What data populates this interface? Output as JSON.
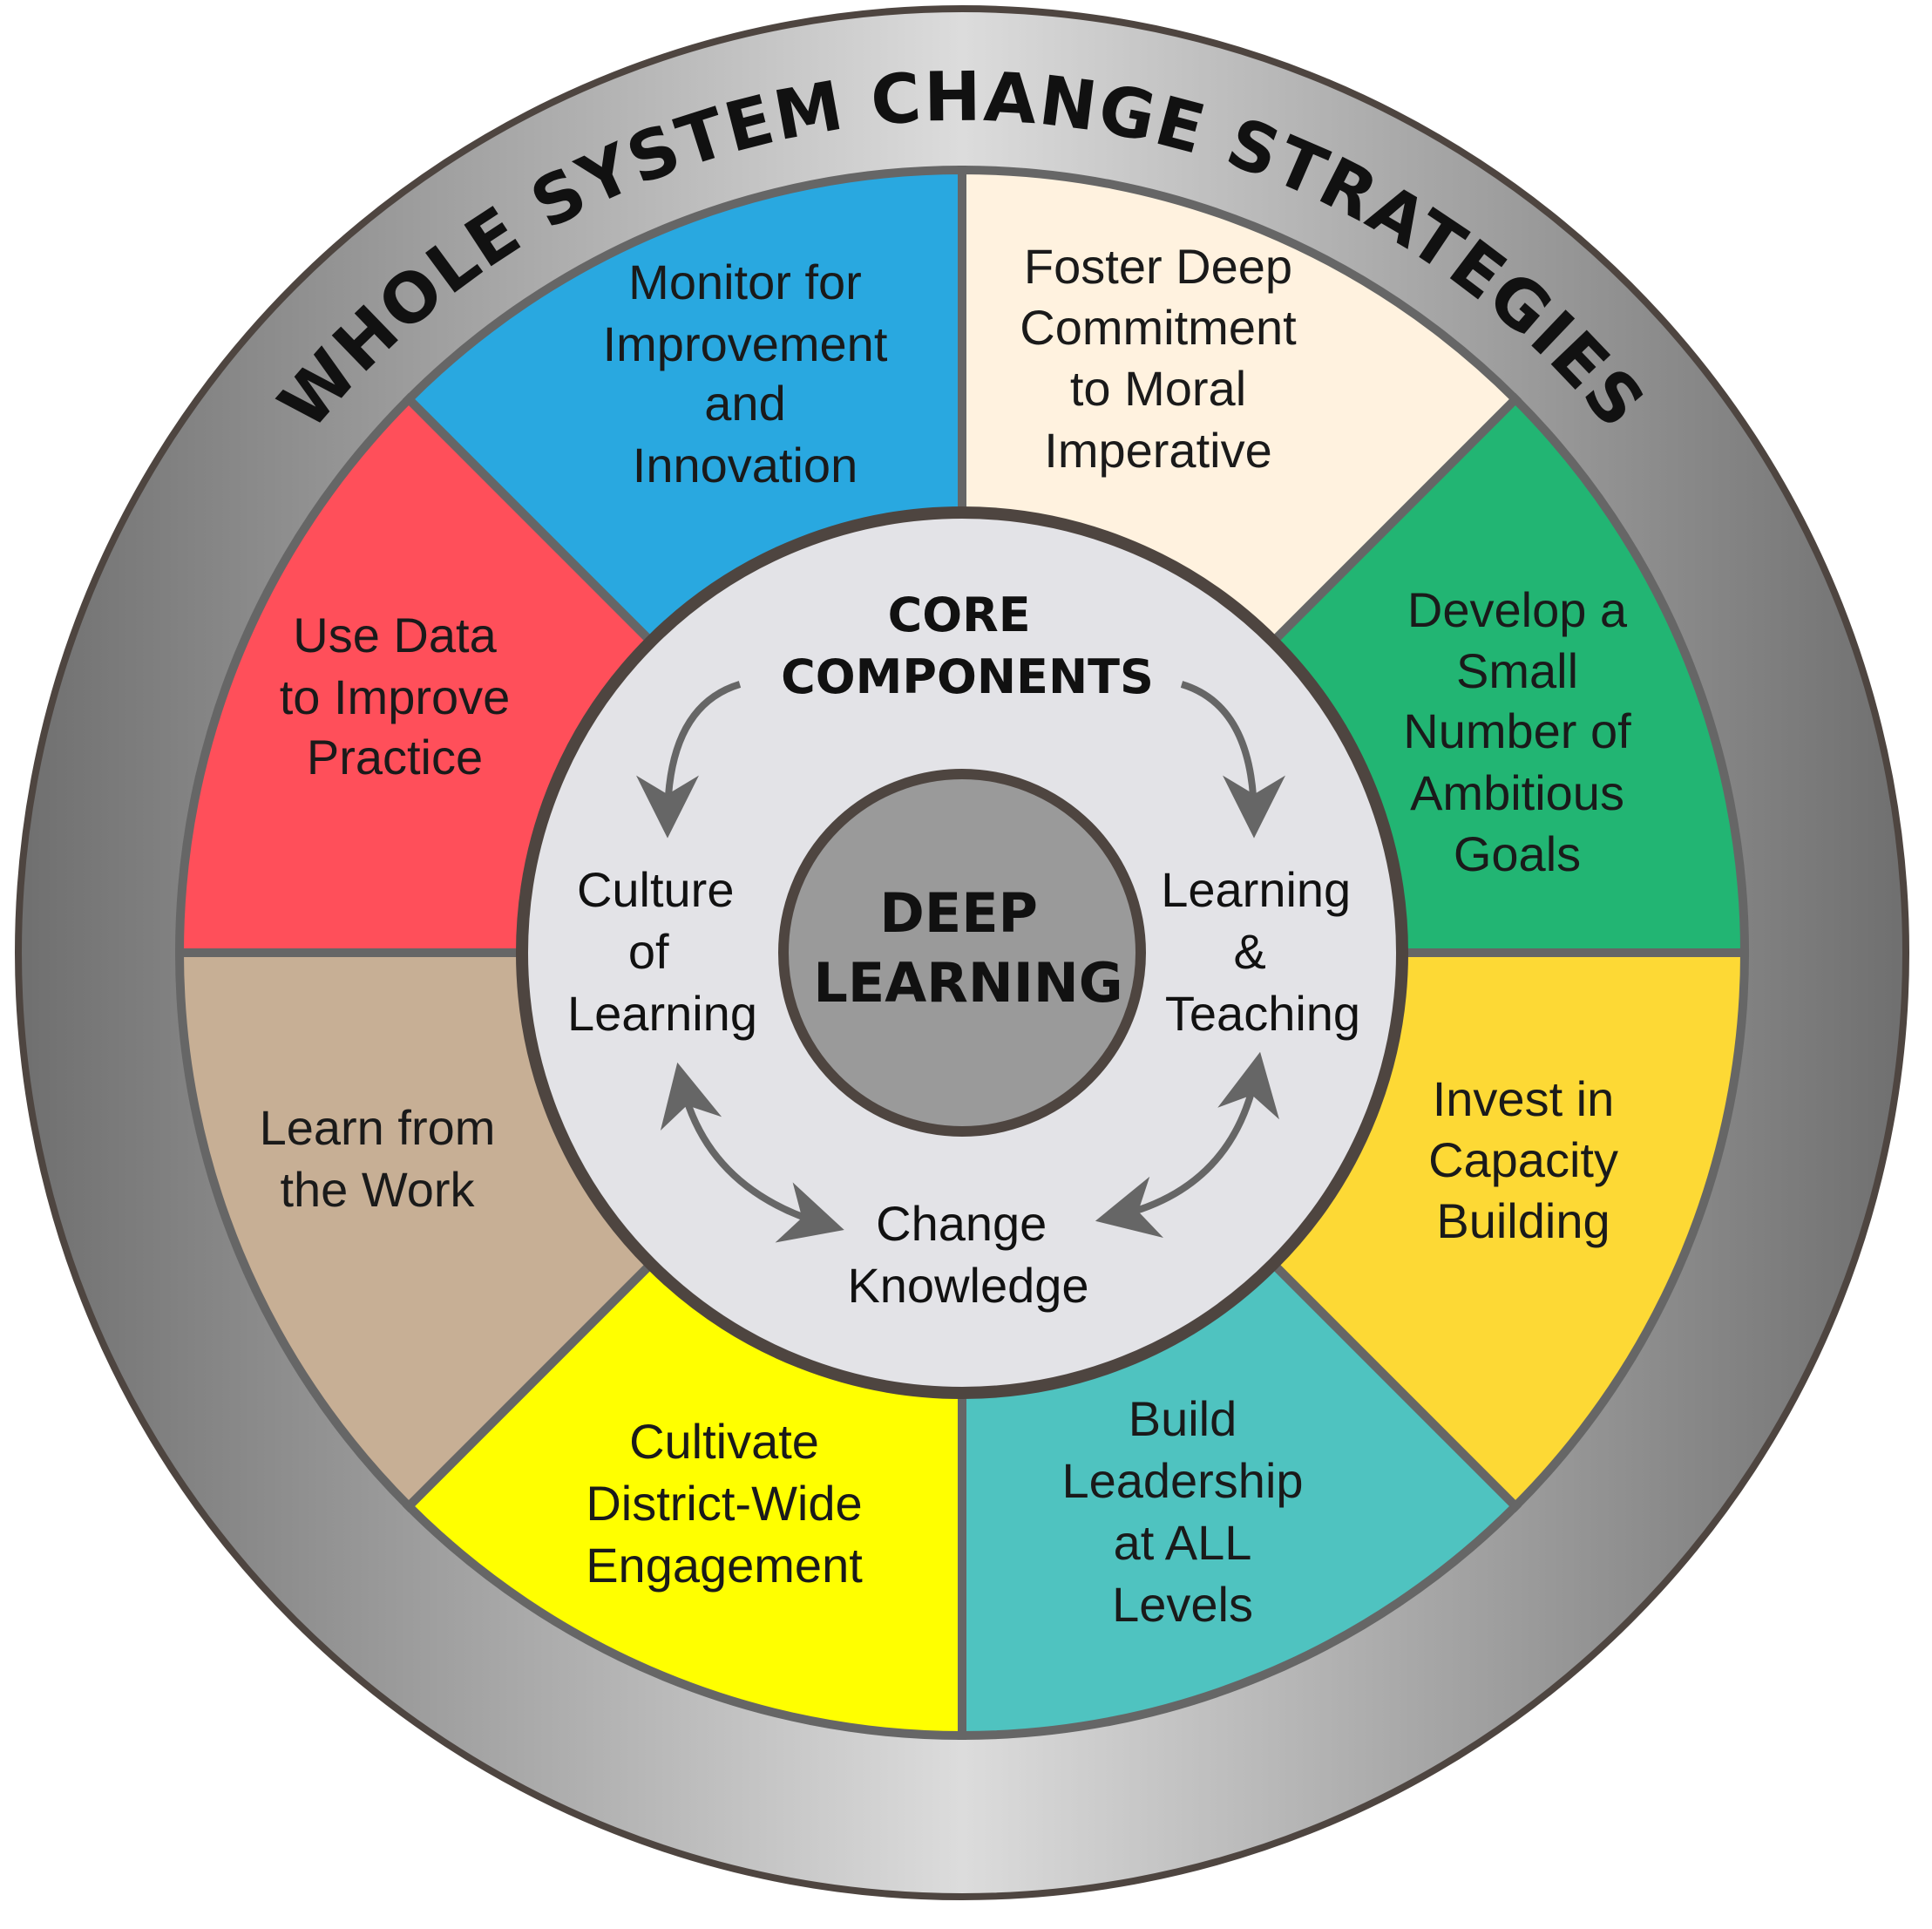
{
  "title": "WHOLE SYSTEM CHANGE STRATEGIES",
  "colors": {
    "blue": "#29a8e0",
    "cream": "#fff2df",
    "green": "#22b573",
    "gold": "#fdd935",
    "teal": "#4fc3c0",
    "yellow": "#ffff00",
    "tan": "#c7af95",
    "red": "#ff4f5a",
    "core": "#e3e3e7",
    "deep": "#9a9a9a",
    "border": "#4e4540"
  },
  "strategies": [
    {
      "id": "monitor",
      "lines": [
        "Monitor for",
        "Improvement",
        "and",
        "Innovation"
      ]
    },
    {
      "id": "foster",
      "lines": [
        "Foster Deep",
        "Commitment",
        "to Moral",
        "Imperative"
      ]
    },
    {
      "id": "develop",
      "lines": [
        "Develop a",
        "Small",
        "Number of",
        "Ambitious",
        "Goals"
      ]
    },
    {
      "id": "invest",
      "lines": [
        "Invest in",
        "Capacity",
        "Building"
      ]
    },
    {
      "id": "build",
      "lines": [
        "Build",
        "Leadership",
        "at ALL",
        "Levels"
      ]
    },
    {
      "id": "cultivate",
      "lines": [
        "Cultivate",
        "District-Wide",
        "Engagement"
      ]
    },
    {
      "id": "learn",
      "lines": [
        "Learn from",
        "the Work"
      ]
    },
    {
      "id": "usedata",
      "lines": [
        "Use Data",
        "to Improve",
        "Practice"
      ]
    }
  ],
  "core": {
    "title_lines": [
      "CORE",
      "COMPONENTS"
    ],
    "culture": [
      "Culture",
      "of",
      "Learning"
    ],
    "teaching": [
      "Learning",
      "&",
      "Teaching"
    ],
    "change": [
      "Change",
      "Knowledge"
    ]
  },
  "center": {
    "lines": [
      "DEEP",
      "LEARNING"
    ]
  }
}
